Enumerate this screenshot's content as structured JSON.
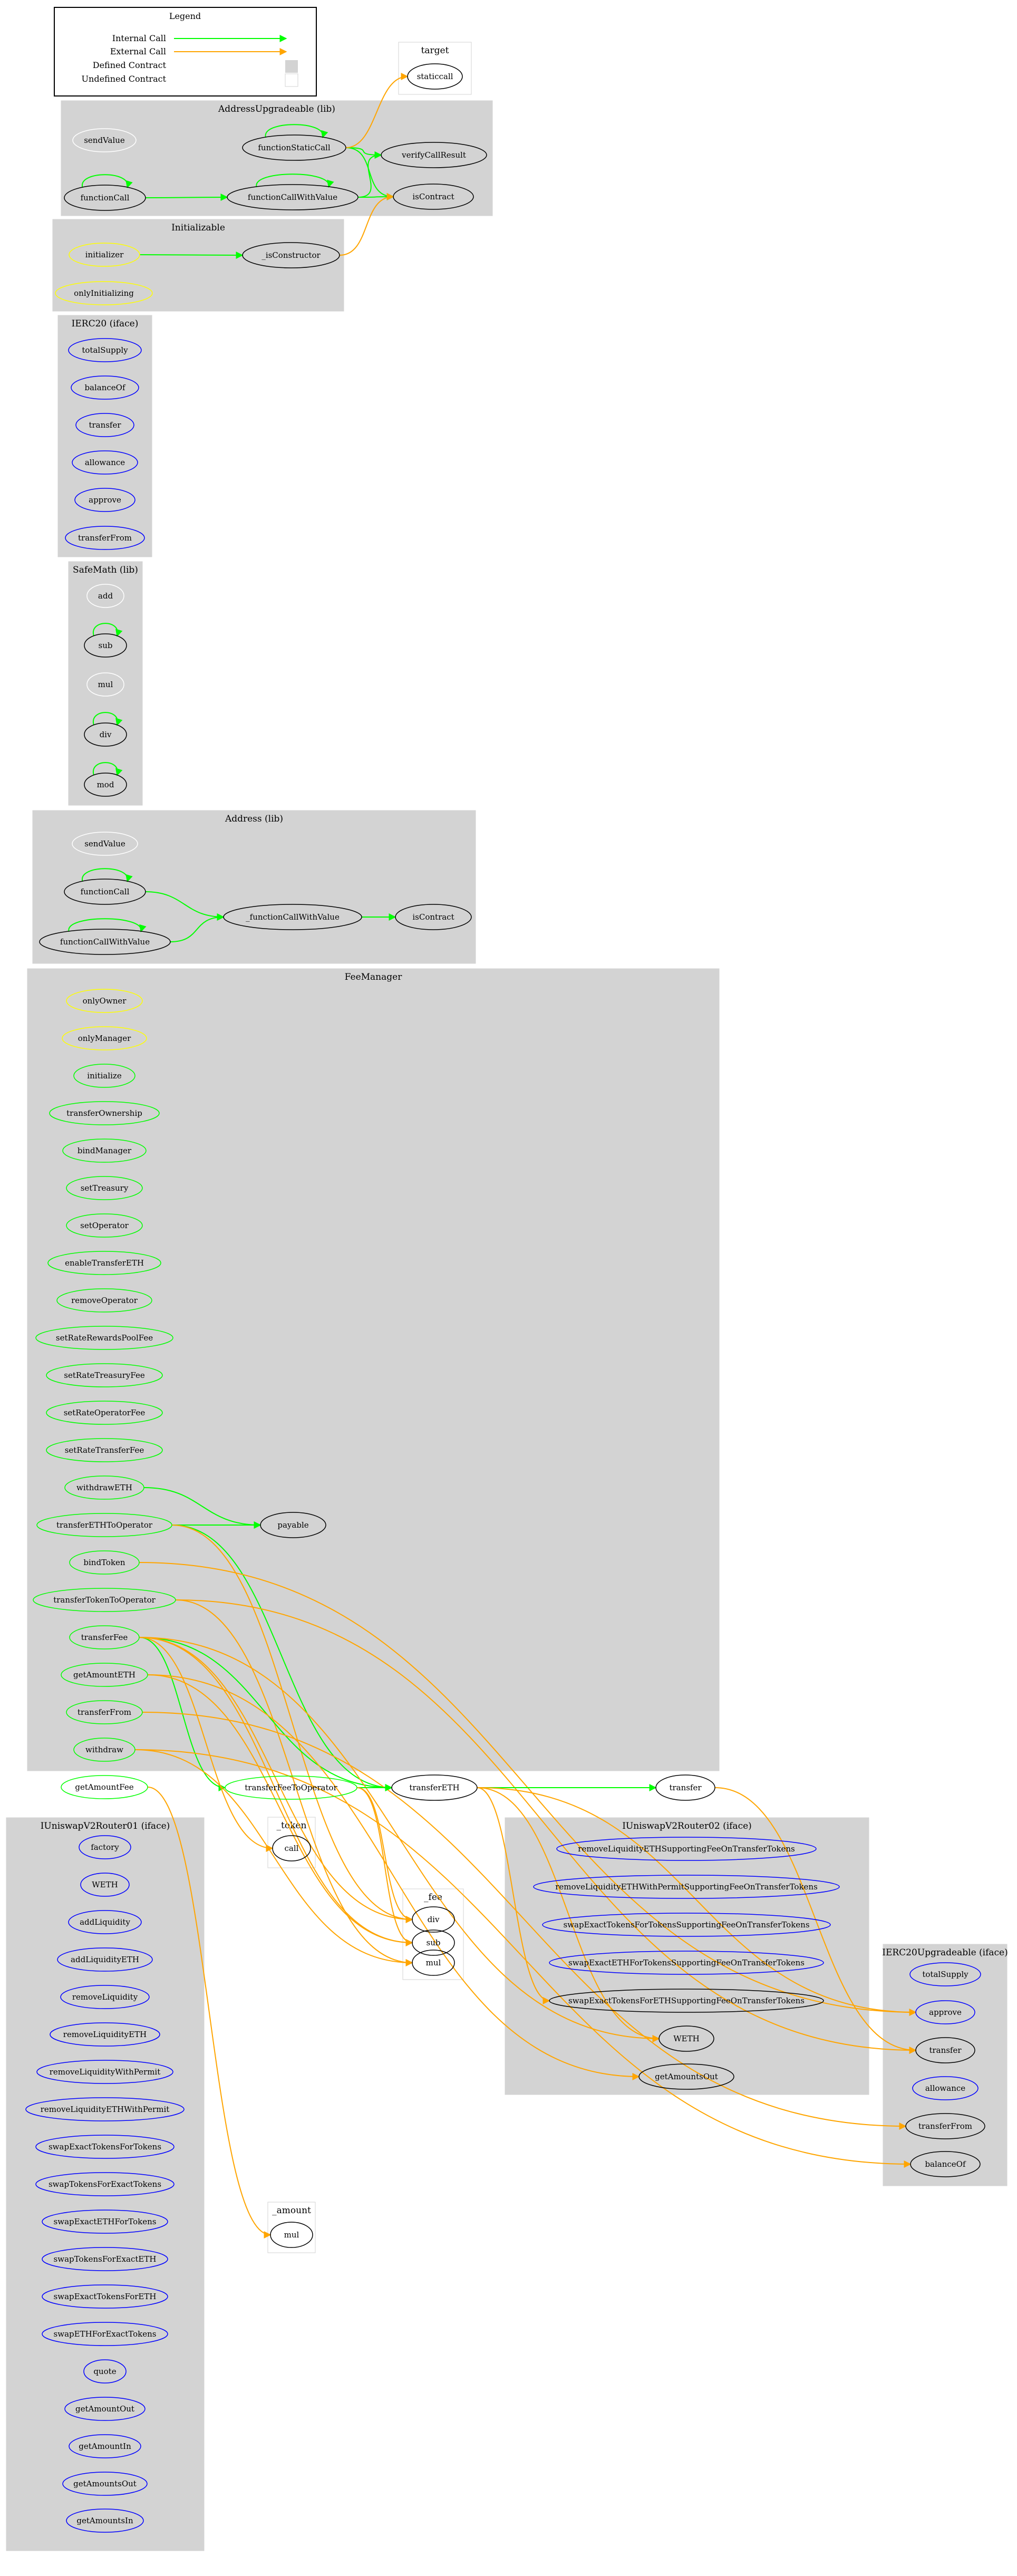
{
  "colors": {
    "cluster_fill": "#d3d3d3",
    "internal": "#00ff00",
    "external": "#ffa500",
    "public_node": "#00ff00",
    "internal_node": "#000000",
    "modifier_node": "#ffff00",
    "iface_node": "#0000ff",
    "private_node": "#ffffff"
  },
  "legend": {
    "title": "Legend",
    "internal_call": "Internal Call",
    "external_call": "External Call",
    "defined_contract": "Defined Contract",
    "undefined_contract": "Undefined Contract"
  },
  "clusters": [
    {
      "id": "target",
      "title": "target",
      "type": "undefined",
      "nodes": [
        {
          "id": "target_staticcall",
          "label": "staticcall",
          "kind": "internal"
        }
      ]
    },
    {
      "id": "addrup",
      "title": "AddressUpgradeable  (lib)",
      "type": "defined",
      "nodes": [
        {
          "id": "au_sendValue",
          "label": "sendValue",
          "kind": "private"
        },
        {
          "id": "au_functionStaticCall",
          "label": "functionStaticCall",
          "kind": "internal"
        },
        {
          "id": "au_verifyCallResult",
          "label": "verifyCallResult",
          "kind": "internal"
        },
        {
          "id": "au_functionCall",
          "label": "functionCall",
          "kind": "internal"
        },
        {
          "id": "au_functionCallWithValue",
          "label": "functionCallWithValue",
          "kind": "internal"
        },
        {
          "id": "au_isContract",
          "label": "isContract",
          "kind": "internal"
        }
      ]
    },
    {
      "id": "init",
      "title": "Initializable",
      "type": "defined",
      "nodes": [
        {
          "id": "in_initializer",
          "label": "initializer",
          "kind": "modifier"
        },
        {
          "id": "in_isConstructor",
          "label": "_isConstructor",
          "kind": "internal"
        },
        {
          "id": "in_onlyInitializing",
          "label": "onlyInitializing",
          "kind": "modifier"
        }
      ]
    },
    {
      "id": "ierc20",
      "title": "IERC20  (iface)",
      "type": "defined",
      "nodes": [
        {
          "id": "ie_totalSupply",
          "label": "totalSupply",
          "kind": "iface"
        },
        {
          "id": "ie_balanceOf",
          "label": "balanceOf",
          "kind": "iface"
        },
        {
          "id": "ie_transfer",
          "label": "transfer",
          "kind": "iface"
        },
        {
          "id": "ie_allowance",
          "label": "allowance",
          "kind": "iface"
        },
        {
          "id": "ie_approve",
          "label": "approve",
          "kind": "iface"
        },
        {
          "id": "ie_transferFrom",
          "label": "transferFrom",
          "kind": "iface"
        }
      ]
    },
    {
      "id": "safemath",
      "title": "SafeMath  (lib)",
      "type": "defined",
      "nodes": [
        {
          "id": "sm_add",
          "label": "add",
          "kind": "private"
        },
        {
          "id": "sm_sub",
          "label": "sub",
          "kind": "internal"
        },
        {
          "id": "sm_mul",
          "label": "mul",
          "kind": "private"
        },
        {
          "id": "sm_div",
          "label": "div",
          "kind": "internal"
        },
        {
          "id": "sm_mod",
          "label": "mod",
          "kind": "internal"
        }
      ]
    },
    {
      "id": "address",
      "title": "Address  (lib)",
      "type": "defined",
      "nodes": [
        {
          "id": "ad_sendValue",
          "label": "sendValue",
          "kind": "private"
        },
        {
          "id": "ad_functionCall",
          "label": "functionCall",
          "kind": "internal"
        },
        {
          "id": "ad_functionCallWithValue2",
          "label": "_functionCallWithValue",
          "kind": "internal"
        },
        {
          "id": "ad_isContract",
          "label": "isContract",
          "kind": "internal"
        },
        {
          "id": "ad_functionCallWithValue",
          "label": "functionCallWithValue",
          "kind": "internal"
        }
      ]
    },
    {
      "id": "feemanager",
      "title": "FeeManager",
      "type": "defined",
      "nodes": [
        {
          "id": "fm_onlyOwner",
          "label": "onlyOwner",
          "kind": "modifier"
        },
        {
          "id": "fm_onlyManager",
          "label": "onlyManager",
          "kind": "modifier"
        },
        {
          "id": "fm_initialize",
          "label": "initialize",
          "kind": "public"
        },
        {
          "id": "fm_transferOwnership",
          "label": "transferOwnership",
          "kind": "public"
        },
        {
          "id": "fm_bindManager",
          "label": "bindManager",
          "kind": "public"
        },
        {
          "id": "fm_setTreasury",
          "label": "setTreasury",
          "kind": "public"
        },
        {
          "id": "fm_setOperator",
          "label": "setOperator",
          "kind": "public"
        },
        {
          "id": "fm_enableTransferETH",
          "label": "enableTransferETH",
          "kind": "public"
        },
        {
          "id": "fm_removeOperator",
          "label": "removeOperator",
          "kind": "public"
        },
        {
          "id": "fm_setRateRewardsPoolFee",
          "label": "setRateRewardsPoolFee",
          "kind": "public"
        },
        {
          "id": "fm_setRateTreasuryFee",
          "label": "setRateTreasuryFee",
          "kind": "public"
        },
        {
          "id": "fm_setRateOperatorFee",
          "label": "setRateOperatorFee",
          "kind": "public"
        },
        {
          "id": "fm_setRateTransferFee",
          "label": "setRateTransferFee",
          "kind": "public"
        },
        {
          "id": "fm_withdrawETH",
          "label": "withdrawETH",
          "kind": "public"
        },
        {
          "id": "fm_transferETHToOperator",
          "label": "transferETHToOperator",
          "kind": "public"
        },
        {
          "id": "fm_payable",
          "label": "payable",
          "kind": "internal"
        },
        {
          "id": "fm_bindToken",
          "label": "bindToken",
          "kind": "public"
        },
        {
          "id": "fm_transferTokenToOperator",
          "label": "transferTokenToOperator",
          "kind": "public"
        },
        {
          "id": "fm_transferFee",
          "label": "transferFee",
          "kind": "public"
        },
        {
          "id": "fm_getAmountETH",
          "label": "getAmountETH",
          "kind": "public"
        },
        {
          "id": "fm_transferFrom",
          "label": "transferFrom",
          "kind": "public"
        },
        {
          "id": "fm_withdraw",
          "label": "withdraw",
          "kind": "public"
        },
        {
          "id": "fm_getAmountFee",
          "label": "getAmountFee",
          "kind": "public"
        },
        {
          "id": "fm_transferFeeToOperator",
          "label": "transferFeeToOperator",
          "kind": "public"
        },
        {
          "id": "fm_transferETH",
          "label": "transferETH",
          "kind": "internal"
        },
        {
          "id": "fm_transfer",
          "label": "transfer",
          "kind": "internal"
        }
      ]
    },
    {
      "id": "router01",
      "title": "IUniswapV2Router01  (iface)",
      "type": "defined",
      "nodes": [
        {
          "id": "r1_factory",
          "label": "factory",
          "kind": "iface"
        },
        {
          "id": "r1_WETH",
          "label": "WETH",
          "kind": "iface"
        },
        {
          "id": "r1_addLiquidity",
          "label": "addLiquidity",
          "kind": "iface"
        },
        {
          "id": "r1_addLiquidityETH",
          "label": "addLiquidityETH",
          "kind": "iface"
        },
        {
          "id": "r1_removeLiquidity",
          "label": "removeLiquidity",
          "kind": "iface"
        },
        {
          "id": "r1_removeLiquidityETH",
          "label": "removeLiquidityETH",
          "kind": "iface"
        },
        {
          "id": "r1_removeLiquidityWithPermit",
          "label": "removeLiquidityWithPermit",
          "kind": "iface"
        },
        {
          "id": "r1_removeLiquidityETHWithPermit",
          "label": "removeLiquidityETHWithPermit",
          "kind": "iface"
        },
        {
          "id": "r1_swapExactTokensForTokens",
          "label": "swapExactTokensForTokens",
          "kind": "iface"
        },
        {
          "id": "r1_swapTokensForExactTokens",
          "label": "swapTokensForExactTokens",
          "kind": "iface"
        },
        {
          "id": "r1_swapExactETHForTokens",
          "label": "swapExactETHForTokens",
          "kind": "iface"
        },
        {
          "id": "r1_swapTokensForExactETH",
          "label": "swapTokensForExactETH",
          "kind": "iface"
        },
        {
          "id": "r1_swapExactTokensForETH",
          "label": "swapExactTokensForETH",
          "kind": "iface"
        },
        {
          "id": "r1_swapETHForExactTokens",
          "label": "swapETHForExactTokens",
          "kind": "iface"
        },
        {
          "id": "r1_quote",
          "label": "quote",
          "kind": "iface"
        },
        {
          "id": "r1_getAmountOut",
          "label": "getAmountOut",
          "kind": "iface"
        },
        {
          "id": "r1_getAmountIn",
          "label": "getAmountIn",
          "kind": "iface"
        },
        {
          "id": "r1_getAmountsOut",
          "label": "getAmountsOut",
          "kind": "iface"
        },
        {
          "id": "r1_getAmountsIn",
          "label": "getAmountsIn",
          "kind": "iface"
        }
      ]
    },
    {
      "id": "token",
      "title": "_token",
      "type": "undefined",
      "nodes": [
        {
          "id": "tk_call",
          "label": "call",
          "kind": "internal"
        }
      ]
    },
    {
      "id": "fee",
      "title": "_fee",
      "type": "undefined",
      "nodes": [
        {
          "id": "fe_div",
          "label": "div",
          "kind": "internal"
        },
        {
          "id": "fe_sub",
          "label": "sub",
          "kind": "internal"
        },
        {
          "id": "fe_mul",
          "label": "mul",
          "kind": "internal"
        }
      ]
    },
    {
      "id": "router02",
      "title": "IUniswapV2Router02  (iface)",
      "type": "defined",
      "nodes": [
        {
          "id": "r2_removeLiquidityETHSupportingFeeOnTransferTokens",
          "label": "removeLiquidityETHSupportingFeeOnTransferTokens",
          "kind": "iface"
        },
        {
          "id": "r2_removeLiquidityETHWithPermitSupportingFeeOnTransferTokens",
          "label": "removeLiquidityETHWithPermitSupportingFeeOnTransferTokens",
          "kind": "iface"
        },
        {
          "id": "r2_swapExactTokensForTokensSupportingFeeOnTransferTokens",
          "label": "swapExactTokensForTokensSupportingFeeOnTransferTokens",
          "kind": "iface"
        },
        {
          "id": "r2_swapExactETHForTokensSupportingFeeOnTransferTokens",
          "label": "swapExactETHForTokensSupportingFeeOnTransferTokens",
          "kind": "iface"
        },
        {
          "id": "r2_swapExactTokensForETHSupportingFeeOnTransferTokens",
          "label": "swapExactTokensForETHSupportingFeeOnTransferTokens",
          "kind": "internal"
        },
        {
          "id": "r2_WETH",
          "label": "WETH",
          "kind": "internal"
        },
        {
          "id": "r2_getAmountsOut",
          "label": "getAmountsOut",
          "kind": "internal"
        }
      ]
    },
    {
      "id": "ierc20up",
      "title": "IERC20Upgradeable  (iface)",
      "type": "defined",
      "nodes": [
        {
          "id": "iu_totalSupply",
          "label": "totalSupply",
          "kind": "iface"
        },
        {
          "id": "iu_approve",
          "label": "approve",
          "kind": "iface"
        },
        {
          "id": "iu_transfer",
          "label": "transfer",
          "kind": "internal"
        },
        {
          "id": "iu_allowance",
          "label": "allowance",
          "kind": "iface"
        },
        {
          "id": "iu_transferFrom",
          "label": "transferFrom",
          "kind": "internal"
        },
        {
          "id": "iu_balanceOf",
          "label": "balanceOf",
          "kind": "internal"
        }
      ]
    },
    {
      "id": "amount",
      "title": "_amount",
      "type": "undefined",
      "nodes": [
        {
          "id": "am_mul",
          "label": "mul",
          "kind": "internal"
        }
      ]
    }
  ],
  "edges": [
    {
      "from": "au_functionStaticCall",
      "to": "au_functionStaticCall",
      "type": "internal"
    },
    {
      "from": "au_functionStaticCall",
      "to": "au_verifyCallResult",
      "type": "internal"
    },
    {
      "from": "au_functionStaticCall",
      "to": "au_isContract",
      "type": "internal"
    },
    {
      "from": "au_functionStaticCall",
      "to": "target_staticcall",
      "type": "external"
    },
    {
      "from": "au_functionCall",
      "to": "au_functionCall",
      "type": "internal"
    },
    {
      "from": "au_functionCall",
      "to": "au_functionCallWithValue",
      "type": "internal"
    },
    {
      "from": "au_functionCallWithValue",
      "to": "au_functionCallWithValue",
      "type": "internal"
    },
    {
      "from": "au_functionCallWithValue",
      "to": "au_isContract",
      "type": "internal"
    },
    {
      "from": "au_functionCallWithValue",
      "to": "au_verifyCallResult",
      "type": "internal"
    },
    {
      "from": "in_initializer",
      "to": "in_isConstructor",
      "type": "internal"
    },
    {
      "from": "in_isConstructor",
      "to": "au_isContract",
      "type": "external"
    },
    {
      "from": "sm_sub",
      "to": "sm_sub",
      "type": "internal"
    },
    {
      "from": "sm_div",
      "to": "sm_div",
      "type": "internal"
    },
    {
      "from": "sm_mod",
      "to": "sm_mod",
      "type": "internal"
    },
    {
      "from": "ad_functionCall",
      "to": "ad_functionCall",
      "type": "internal"
    },
    {
      "from": "ad_functionCall",
      "to": "ad_functionCallWithValue2",
      "type": "internal"
    },
    {
      "from": "ad_functionCallWithValue",
      "to": "ad_functionCallWithValue",
      "type": "internal"
    },
    {
      "from": "ad_functionCallWithValue",
      "to": "ad_functionCallWithValue2",
      "type": "internal"
    },
    {
      "from": "ad_functionCallWithValue2",
      "to": "ad_isContract",
      "type": "internal"
    },
    {
      "from": "fm_withdrawETH",
      "to": "fm_payable",
      "type": "internal"
    },
    {
      "from": "fm_transferETHToOperator",
      "to": "fm_payable",
      "type": "internal"
    },
    {
      "from": "fm_transferETHToOperator",
      "to": "fm_transferETH",
      "type": "internal"
    },
    {
      "from": "fm_transferETHToOperator",
      "to": "fe_div",
      "type": "external"
    },
    {
      "from": "fm_bindToken",
      "to": "iu_approve",
      "type": "external"
    },
    {
      "from": "fm_transferTokenToOperator",
      "to": "iu_transfer",
      "type": "external"
    },
    {
      "from": "fm_transferTokenToOperator",
      "to": "fe_mul",
      "type": "external"
    },
    {
      "from": "fm_transferFee",
      "to": "fm_transferFeeToOperator",
      "type": "internal"
    },
    {
      "from": "fm_transferFee",
      "to": "fm_transferETH",
      "type": "internal"
    },
    {
      "from": "fm_transferFee",
      "to": "tk_call",
      "type": "external"
    },
    {
      "from": "fm_transferFee",
      "to": "fe_div",
      "type": "external"
    },
    {
      "from": "fm_transferFee",
      "to": "fe_sub",
      "type": "external"
    },
    {
      "from": "fm_transferFee",
      "to": "r2_WETH",
      "type": "external"
    },
    {
      "from": "fm_getAmountETH",
      "to": "r2_getAmountsOut",
      "type": "external"
    },
    {
      "from": "fm_getAmountETH",
      "to": "fe_sub",
      "type": "external"
    },
    {
      "from": "fm_transferFrom",
      "to": "iu_transferFrom",
      "type": "external"
    },
    {
      "from": "fm_withdraw",
      "to": "iu_balanceOf",
      "type": "external"
    },
    {
      "from": "fm_withdraw",
      "to": "fe_mul",
      "type": "external"
    },
    {
      "from": "fm_getAmountFee",
      "to": "am_mul",
      "type": "external"
    },
    {
      "from": "fm_transferFeeToOperator",
      "to": "fm_transferETH",
      "type": "internal"
    },
    {
      "from": "fm_transferFeeToOperator",
      "to": "fe_div",
      "type": "external"
    },
    {
      "from": "fm_transferFeeToOperator",
      "to": "fe_sub",
      "type": "external"
    },
    {
      "from": "fm_transferETH",
      "to": "fm_transfer",
      "type": "internal"
    },
    {
      "from": "fm_transferETH",
      "to": "r2_swapExactTokensForETHSupportingFeeOnTransferTokens",
      "type": "external"
    },
    {
      "from": "fm_transferETH",
      "to": "r2_WETH",
      "type": "external"
    },
    {
      "from": "fm_transferETH",
      "to": "iu_approve",
      "type": "external"
    },
    {
      "from": "fm_transfer",
      "to": "iu_transfer",
      "type": "external"
    }
  ]
}
